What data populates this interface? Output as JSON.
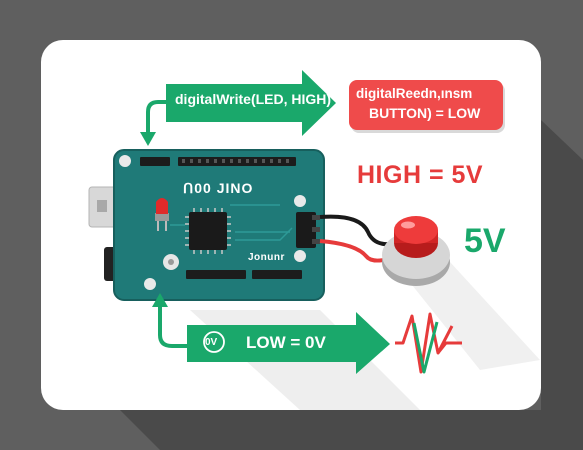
{
  "diagram": {
    "top_arrow_label": "digitalWrite(LED, HIGH)",
    "read_box_line1": "digitalReedn,ınsm",
    "read_box_line2": "BUTTON) = LOW",
    "high_label": "HIGH = 5V",
    "voltage_label": "5V",
    "low_label": "LOW = 0V",
    "zero_badge": "0V",
    "board_name": "ꓵ00 JINO",
    "board_small_text": "Jonunr"
  },
  "colors": {
    "green": "#1aa86b",
    "red": "#ef4b4b",
    "board": "#1f7a78",
    "background": "#5f5f5f"
  }
}
